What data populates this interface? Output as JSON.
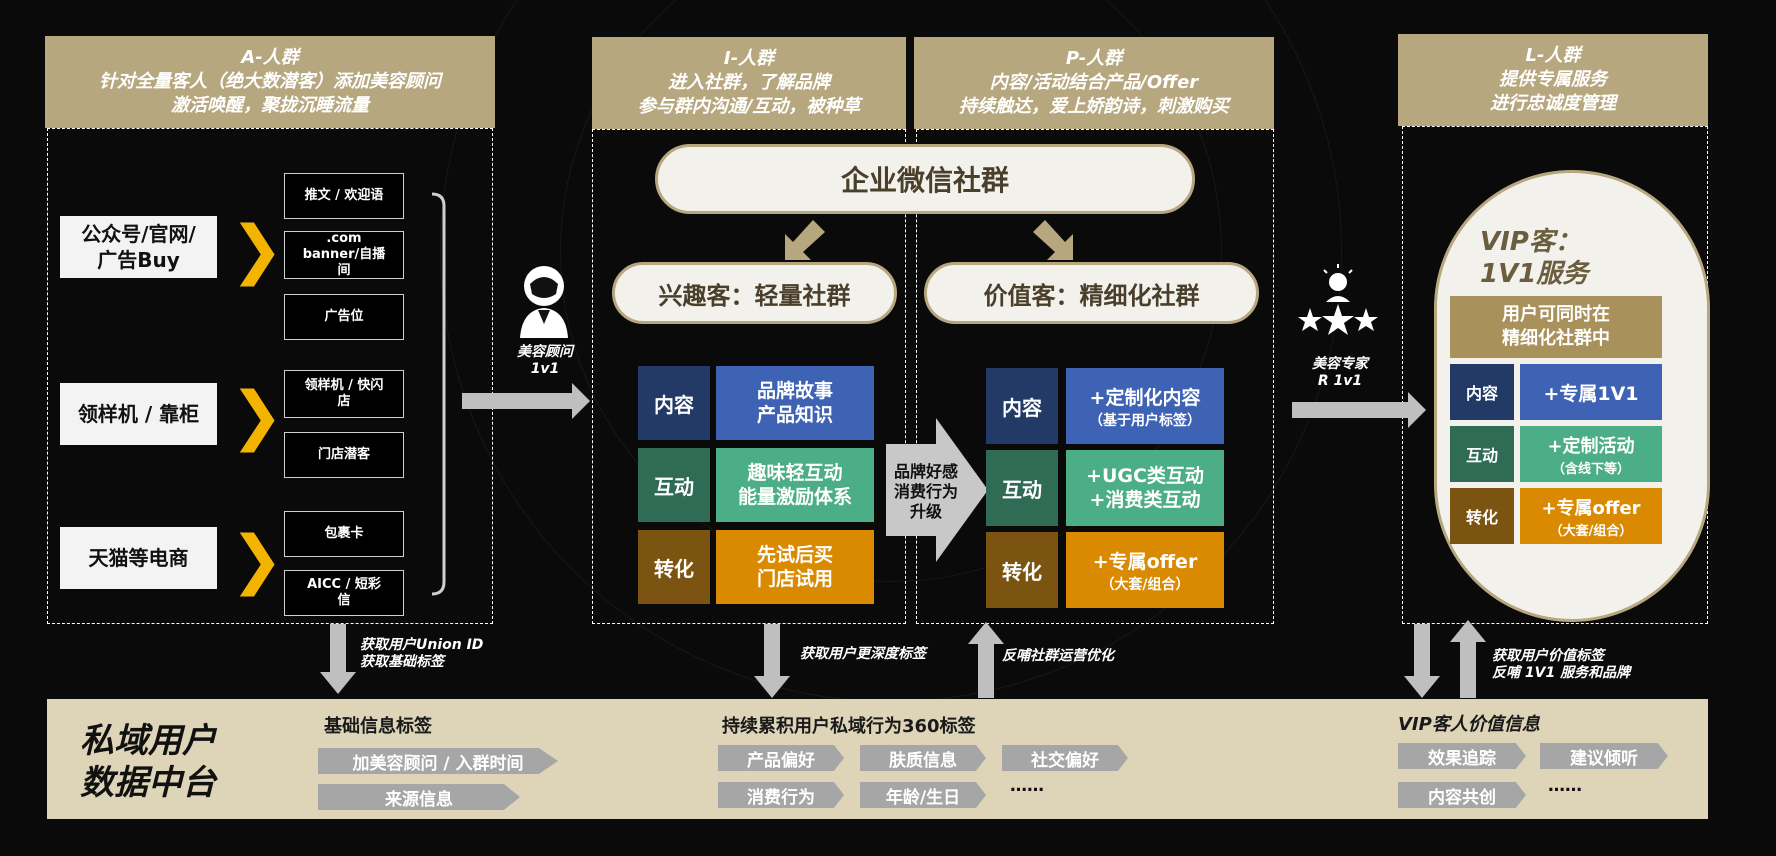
{
  "colors": {
    "gold": "#b7a77e",
    "chevron": "#f2b400",
    "navy": "#243a66",
    "blue": "#3f63b4",
    "green": "#4cae86",
    "orange": "#d98a00",
    "bar": "#ded4b8"
  },
  "stage_a": {
    "title": "A-人群",
    "line1": "针对全量客人（绝大数潜客）添加美容顾问",
    "line2": "激活唤醒，聚拢沉睡流量"
  },
  "stage_i": {
    "title": "I-人群",
    "line1": "进入社群，了解品牌",
    "line2": "参与群内沟通/互动，被种草"
  },
  "stage_p": {
    "title": "P-人群",
    "line1": "内容/活动结合产品/Offer",
    "line2": "持续触达，爱上娇韵诗，刺激购买"
  },
  "stage_l": {
    "title": "L-人群",
    "line1": "提供专属服务",
    "line2": "进行忠诚度管理"
  },
  "sources": [
    {
      "label": "公众号/官网/\n广告Buy"
    },
    {
      "label": "领样机 / 靠柜"
    },
    {
      "label": "天猫等电商"
    }
  ],
  "channels": [
    "推文 / 欢迎语",
    ".com\nbanner/自播\n间",
    "广告位",
    "领样机 / 快闪\n店",
    "门店潜客",
    "包裹卡",
    "AICC / 短彩\n信"
  ],
  "advisor": {
    "icon": "advisor-person-icon",
    "label1": "美容顾问",
    "label2": "1v1"
  },
  "expert": {
    "icon": "expert-stars-icon",
    "label1": "美容专家",
    "label2": "R 1v1"
  },
  "wecom": "企业微信社群",
  "interest": {
    "title": "兴趣客：轻量社群",
    "rows": [
      {
        "k": "内容",
        "v": "品牌故事\n产品知识"
      },
      {
        "k": "互动",
        "v": "趣味轻互动\n能量激励体系"
      },
      {
        "k": "转化",
        "v": "先试后买\n门店试用"
      }
    ]
  },
  "middle_arrow": "品牌好感\n消费行为\n升级",
  "value": {
    "title": "价值客：精细化社群",
    "rows": [
      {
        "k": "内容",
        "v": "+定制化内容",
        "sub": "（基于用户标签）"
      },
      {
        "k": "互动",
        "v": "+UGC类互动\n+消费类互动",
        "sub": ""
      },
      {
        "k": "转化",
        "v": "+专属offer",
        "sub": "（大套/组合）"
      }
    ]
  },
  "vip": {
    "title1": "VIP客：",
    "title2": "1V1服务",
    "note": "用户可同时在\n精细化社群中",
    "rows": [
      {
        "k": "内容",
        "v": "+专属1V1",
        "sub": ""
      },
      {
        "k": "互动",
        "v": "+定制活动",
        "sub": "（含线下等）"
      },
      {
        "k": "转化",
        "v": "+专属offer",
        "sub": "（大套/组合）"
      }
    ]
  },
  "flows": {
    "a_down": "获取用户Union ID\n获取基础标签",
    "i_down": "获取用户更深度标签",
    "p_up": "反哺社群运营优化",
    "l_both": "获取用户价值标签\n反哺 1V1 服务和品牌"
  },
  "platform": {
    "title": "私域用户\n数据中台",
    "basic": {
      "head": "基础信息标签",
      "tags": [
        "加美容顾问 / 入群时间",
        "来源信息"
      ]
    },
    "behavior": {
      "head": "持续累积用户私域行为360标签",
      "tags": [
        "产品偏好",
        "肤质信息",
        "社交偏好",
        "消费行为",
        "年龄/生日",
        "……"
      ]
    },
    "vip": {
      "head": "VIP客人价值信息",
      "tags": [
        "效果追踪",
        "建议倾听",
        "内容共创",
        "……"
      ]
    }
  }
}
